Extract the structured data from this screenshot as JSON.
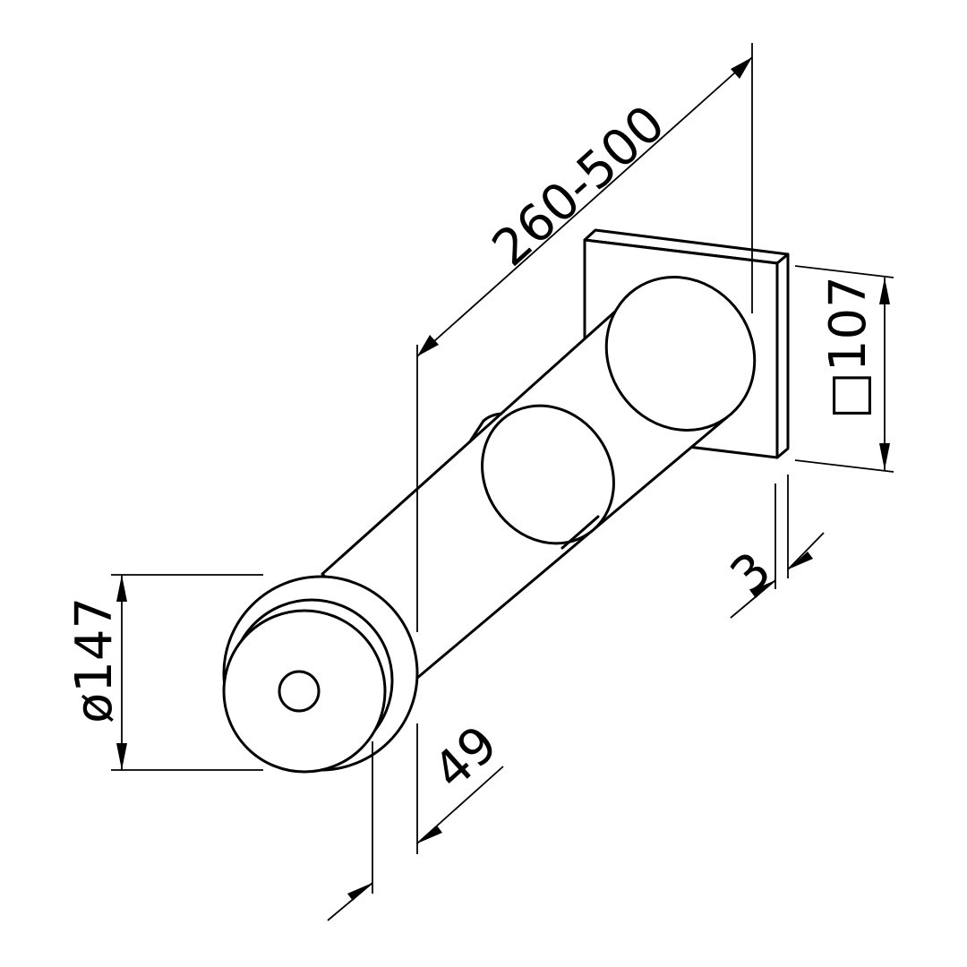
{
  "drawing": {
    "dimensions": {
      "length": "260-500",
      "diameter": "ø147",
      "plate": "□107",
      "plate_thickness": "3",
      "cap_depth": "49"
    }
  }
}
